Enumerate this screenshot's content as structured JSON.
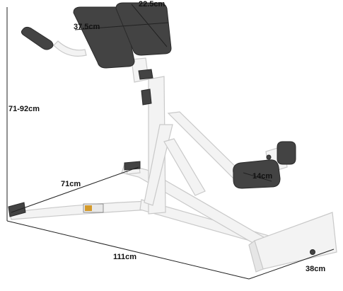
{
  "product": {
    "kind": "hyperextension-bench",
    "frame_color": "#f2f2f2",
    "pad_color": "#3f3f3f",
    "line_color": "#222222"
  },
  "dimensions": {
    "pad_width": "22.5cm",
    "pad_length": "37.5cm",
    "height": "71-92cm",
    "base_width": "71cm",
    "foot_pad": "14cm",
    "length": "111cm",
    "rear_width": "38cm"
  }
}
